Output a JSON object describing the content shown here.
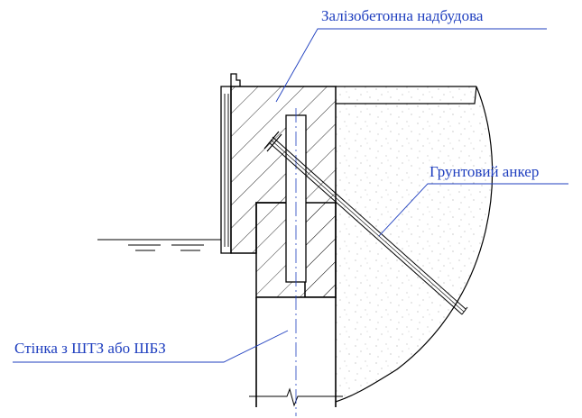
{
  "labels": {
    "superstructure": "Залізобетонна надбудова",
    "ground_anchor": "Грунтовий анкер",
    "wall": "Стінка з ШТЗ або ШБЗ"
  },
  "colors": {
    "line": "#000000",
    "label": "#1f3fbf",
    "soil_dots": "#8a8a8a"
  }
}
